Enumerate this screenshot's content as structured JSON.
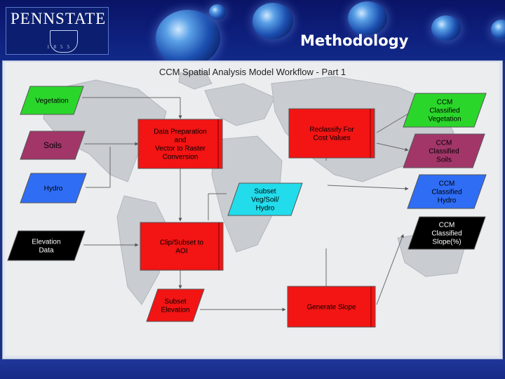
{
  "header": {
    "logo_text": "PENNSTATE",
    "logo_year": "1855",
    "title": "Methodology"
  },
  "diagram": {
    "title": "CCM Spatial Analysis Model Workflow - Part 1",
    "colors": {
      "vegetation": "#2bd62b",
      "soils": "#a23669",
      "hydro": "#2f6df5",
      "elevation": "#000000",
      "process": "#f31414",
      "subset": "#22dcec",
      "background": "#ebedef",
      "continents": "#c9ccd1"
    },
    "inputs": [
      {
        "id": "vegetation",
        "lines": [
          "Vegetation"
        ]
      },
      {
        "id": "soils",
        "lines": [
          "Soils"
        ]
      },
      {
        "id": "hydro",
        "lines": [
          "Hydro"
        ]
      },
      {
        "id": "elevation",
        "lines": [
          "Elevation",
          "Data"
        ]
      }
    ],
    "processes": [
      {
        "id": "prep",
        "lines": [
          "Data Preparation",
          "and",
          "Vector to Raster",
          "Conversion"
        ]
      },
      {
        "id": "clip",
        "lines": [
          "Clip/Subset to",
          "AOI"
        ]
      },
      {
        "id": "reclass",
        "lines": [
          "Reclassify For",
          "Cost Values"
        ]
      },
      {
        "id": "slope",
        "lines": [
          "Generate Slope"
        ]
      }
    ],
    "intermediates": [
      {
        "id": "subset_vsh",
        "lines": [
          "Subset",
          "Veg/Soil/",
          "Hydro"
        ]
      },
      {
        "id": "subset_elev",
        "lines": [
          "Subset",
          "Elevation"
        ]
      }
    ],
    "outputs": [
      {
        "id": "out_veg",
        "lines": [
          "CCM",
          "Classified",
          "Vegetation"
        ]
      },
      {
        "id": "out_soils",
        "lines": [
          "CCM",
          "Classified",
          "Soils"
        ]
      },
      {
        "id": "out_hydro",
        "lines": [
          "CCM",
          "Classified",
          "Hydro"
        ]
      },
      {
        "id": "out_slope",
        "lines": [
          "CCM",
          "Classified",
          "Slope(%)"
        ]
      }
    ]
  }
}
